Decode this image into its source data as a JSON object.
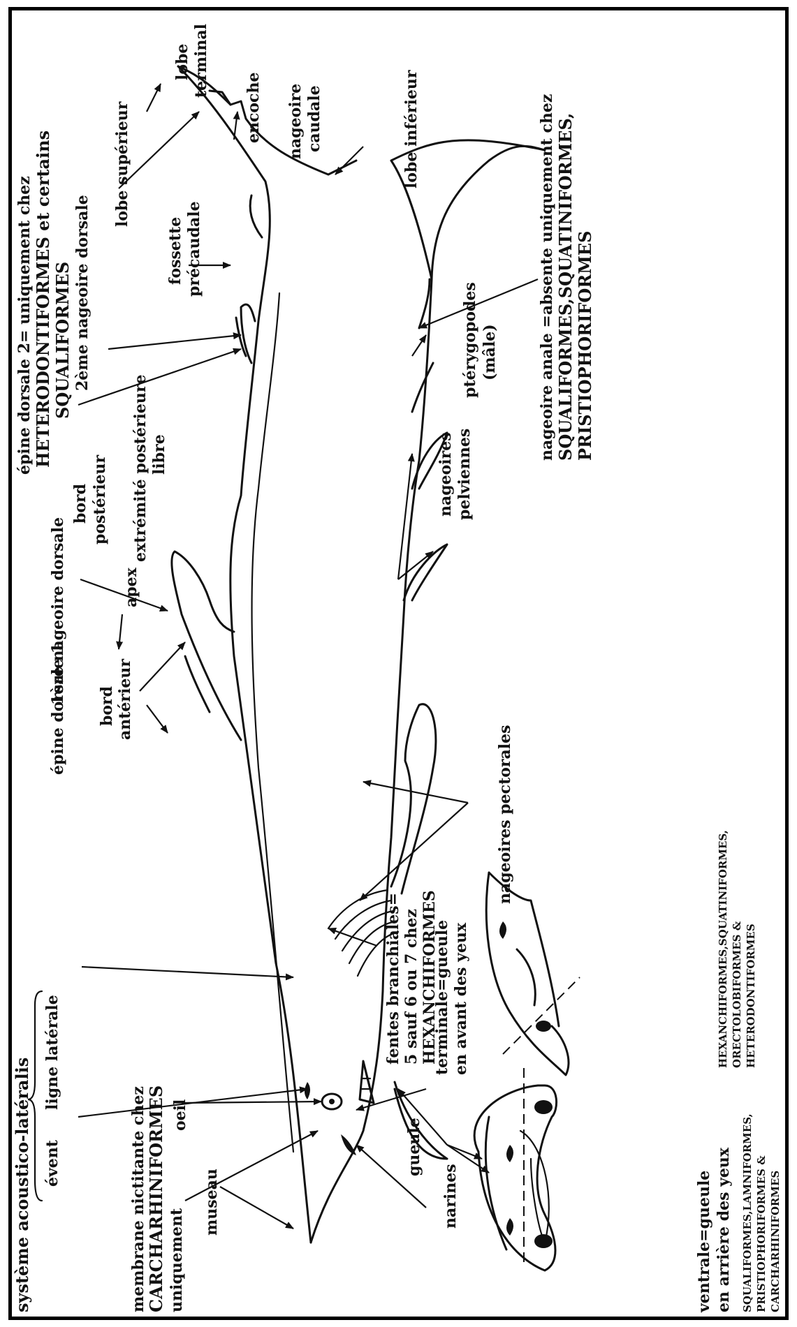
{
  "labels": {
    "systeme": "système acoustico-latéralis",
    "evant": "évent",
    "ligne_laterale": "ligne latérale",
    "membrane_1": "membrane nictitante chez",
    "membrane_2": "CARCHARHINIFORMES",
    "membrane_3": "uniquement",
    "oeil": "oeil",
    "museau": "museau",
    "narines": "narines",
    "gueule": "gueule",
    "ventrale_1": "ventrale=gueule",
    "ventrale_2": "en arrière des yeux",
    "terminale_1": "terminale=gueule",
    "terminale_2": "en avant des yeux",
    "fentes_1": "fentes branchiales=",
    "fentes_2": "5 sauf 6 ou 7 chez",
    "fentes_3": "HEXANCHIFORMES",
    "epine1": "épine dorsale 1",
    "bord_ant_1": "bord",
    "bord_ant_2": "antérieur",
    "premiere_dorsale": "1ère nageoire dorsale",
    "apex": "apex",
    "bord_post_1": "bord",
    "bord_post_2": "postérieur",
    "extremite_1": "extrémité postérieure",
    "extremite_2": "libre",
    "pectorales": "nageoires pectorales",
    "pelviennes_1": "nageoires",
    "pelviennes_2": "pelviennes",
    "epine2_1": "épine dorsale 2= uniquement chez",
    "epine2_2": "HETERODONTIFORMES et certains",
    "epine2_3": "SQUALIFORMES",
    "deuxieme_dorsale": "2ème nageoire dorsale",
    "fossette_1": "fossette",
    "fossette_2": "précaudale",
    "pterygopodes_1": "ptérygopodes",
    "pterygopodes_2": "(mâle)",
    "anale_1": "nageoire anale =absente uniquement chez",
    "anale_2": "SQUALIFORMES,SQUATINIFORMES,",
    "anale_3": "PRISTIOPHORIFORMES",
    "lobe_sup": "lobe supérieur",
    "lobe_term_1": "lobe",
    "lobe_term_2": "terminal",
    "encoche": "encoche",
    "caudale_1": "nageoire",
    "caudale_2": "caudale",
    "lobe_inf": "lobe inférieur",
    "groupe_ventral_1": "SQUALIFORMES,LAMNIFORMES,",
    "groupe_ventral_2": "PRISTIOPHORIFORMES &",
    "groupe_ventral_3": "CARCHARHINIFORMES",
    "groupe_terminal_1": "HEXANCHIFORMES,SQUATINIFORMES,",
    "groupe_terminal_2": "ORECTOLOBIFORMES &",
    "groupe_terminal_3": "HETERODONTIFORMES"
  }
}
